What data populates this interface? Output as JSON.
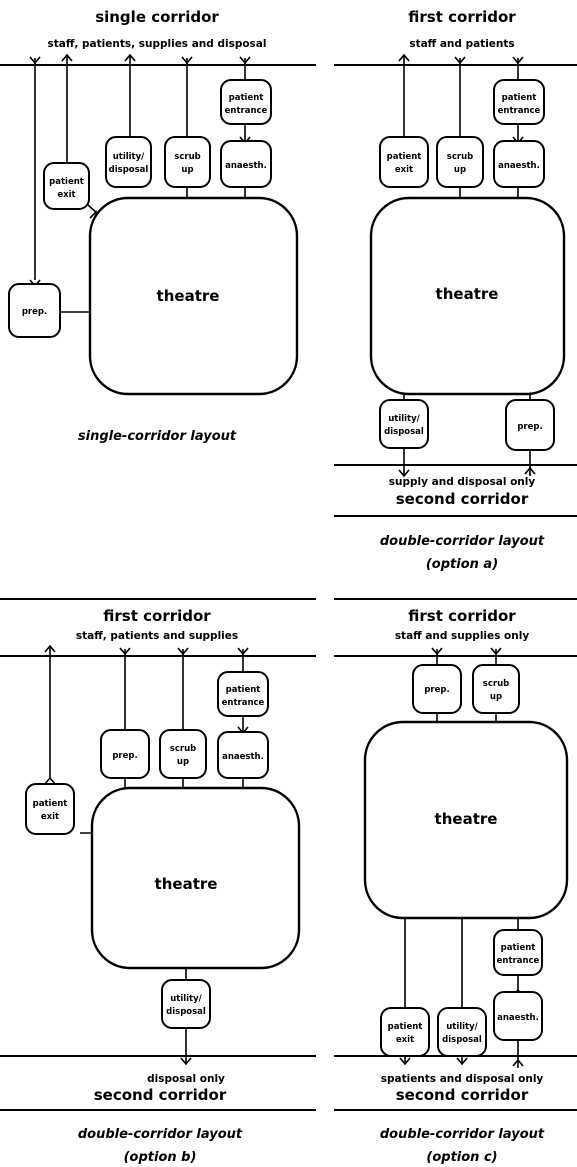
{
  "panels": {
    "single": {
      "corridor_title": "single corridor",
      "corridor_sub": "staff, patients, supplies and disposal",
      "theatre": "theatre",
      "caption": "single-corridor layout",
      "rooms": {
        "patient_exit": [
          "patient",
          "exit"
        ],
        "utility": [
          "utility/",
          "disposal"
        ],
        "scrub": [
          "scrub",
          "up"
        ],
        "patient_entrance": [
          "patient",
          "entrance"
        ],
        "anaesth": [
          "anaesth."
        ],
        "prep": [
          "prep."
        ]
      }
    },
    "double_a": {
      "corridor1_title": "first corridor",
      "corridor1_sub": "staff and patients",
      "corridor2_sub": "supply and disposal only",
      "corridor2_title": "second corridor",
      "theatre": "theatre",
      "caption1": "double-corridor layout",
      "caption2": "(option a)",
      "rooms": {
        "patient_exit": [
          "patient",
          "exit"
        ],
        "scrub": [
          "scrub",
          "up"
        ],
        "patient_entrance": [
          "patient",
          "entrance"
        ],
        "anaesth": [
          "anaesth."
        ],
        "utility": [
          "utility/",
          "disposal"
        ],
        "prep": [
          "prep."
        ]
      }
    },
    "double_b": {
      "corridor1_title": "first corridor",
      "corridor1_sub": "staff, patients and supplies",
      "corridor2_sub": "disposal only",
      "corridor2_title": "second corridor",
      "theatre": "theatre",
      "caption1": "double-corridor layout",
      "caption2": "(option b)",
      "rooms": {
        "patient_exit": [
          "patient",
          "exit"
        ],
        "prep": [
          "prep."
        ],
        "scrub": [
          "scrub",
          "up"
        ],
        "patient_entrance": [
          "patient",
          "entrance"
        ],
        "anaesth": [
          "anaesth."
        ],
        "utility": [
          "utility/",
          "disposal"
        ]
      }
    },
    "double_c": {
      "corridor1_title": "first corridor",
      "corridor1_sub": "staff and supplies only",
      "corridor2_sub": "spatients and disposal only",
      "corridor2_title": "second corridor",
      "theatre": "theatre",
      "caption1": "double-corridor layout",
      "caption2": "(option c)",
      "rooms": {
        "prep": [
          "prep."
        ],
        "scrub": [
          "scrub",
          "up"
        ],
        "patient_exit": [
          "patient",
          "exit"
        ],
        "utility": [
          "utility/",
          "disposal"
        ],
        "patient_entrance": [
          "patient",
          "entrance"
        ],
        "anaesth": [
          "anaesth."
        ]
      }
    }
  }
}
